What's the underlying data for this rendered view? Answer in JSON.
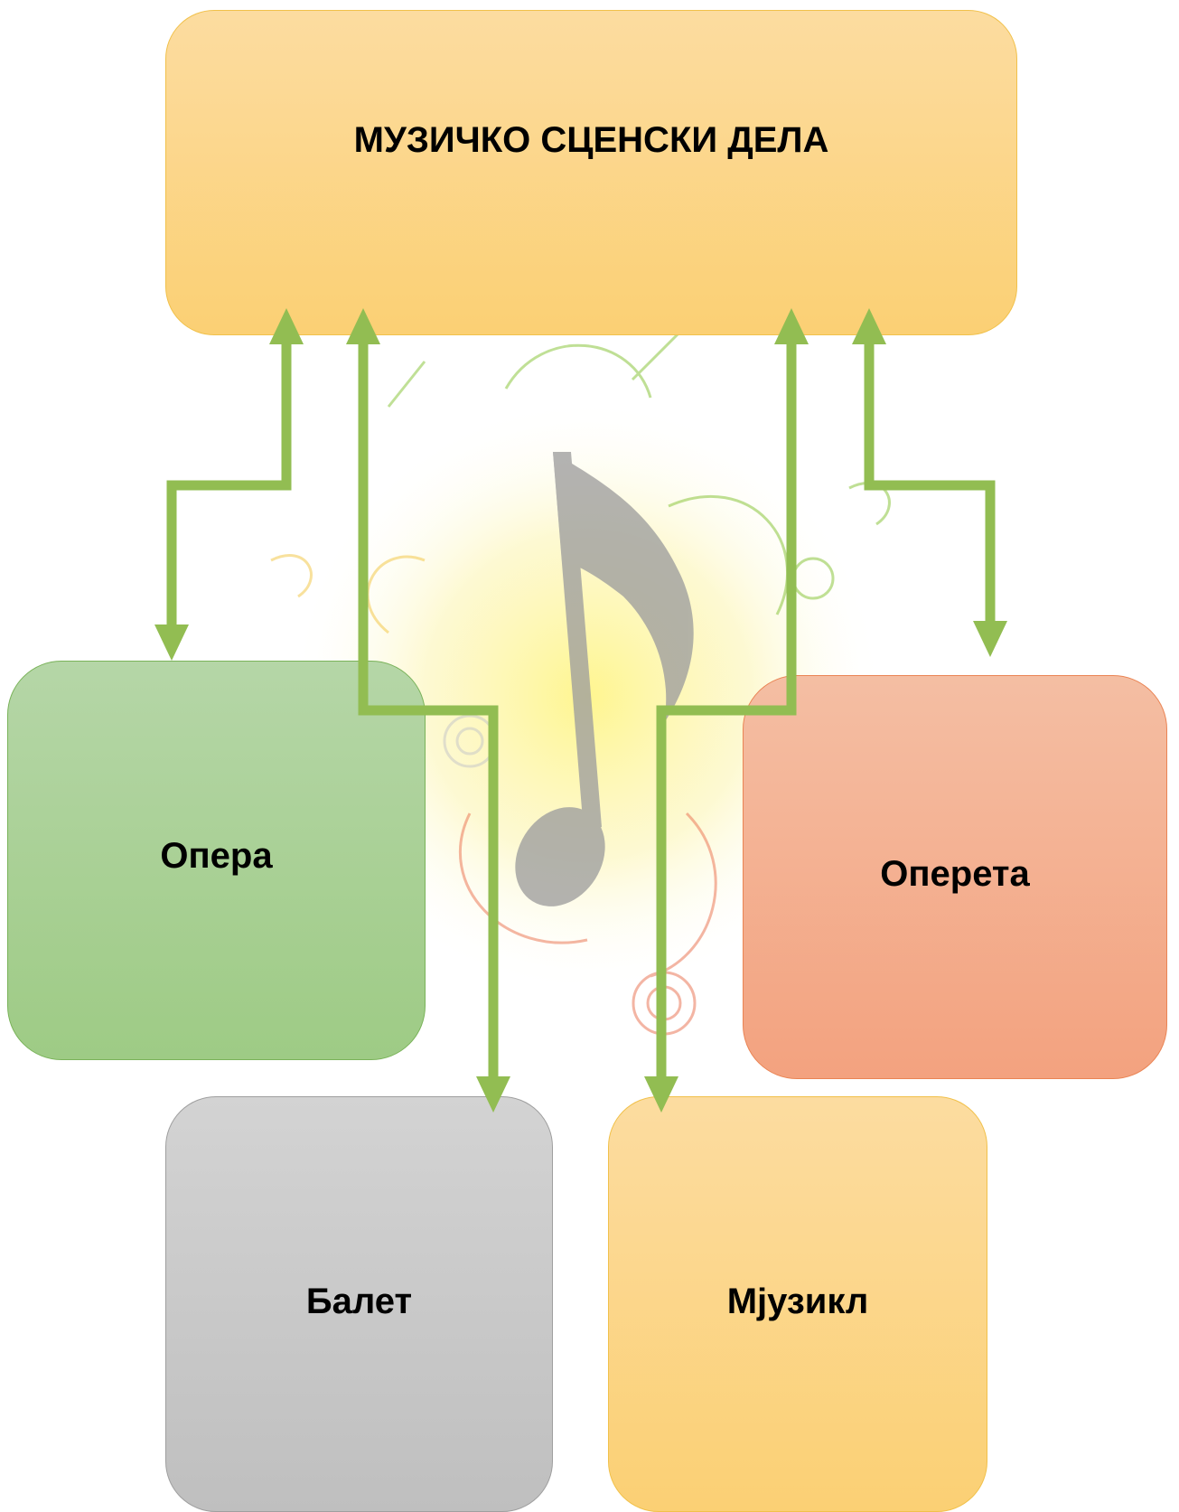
{
  "diagram": {
    "root": {
      "label": "МУЗИЧКО СЦЕНСКИ ДЕЛА"
    },
    "children": [
      {
        "id": "opera",
        "label": "Опера"
      },
      {
        "id": "opereta",
        "label": "Оперета"
      },
      {
        "id": "balet",
        "label": "Балет"
      },
      {
        "id": "mjuzikl",
        "label": "Мјузикл"
      }
    ],
    "colors": {
      "arrow": "#92bd52",
      "root_fill": "#fbd074",
      "opera_fill": "#a6cf8f",
      "opereta_fill": "#f3ac8b",
      "balet_fill": "#c8c8c8",
      "mjuzikl_fill": "#fbd074"
    },
    "background_icon": "music-note-splash-icon"
  }
}
